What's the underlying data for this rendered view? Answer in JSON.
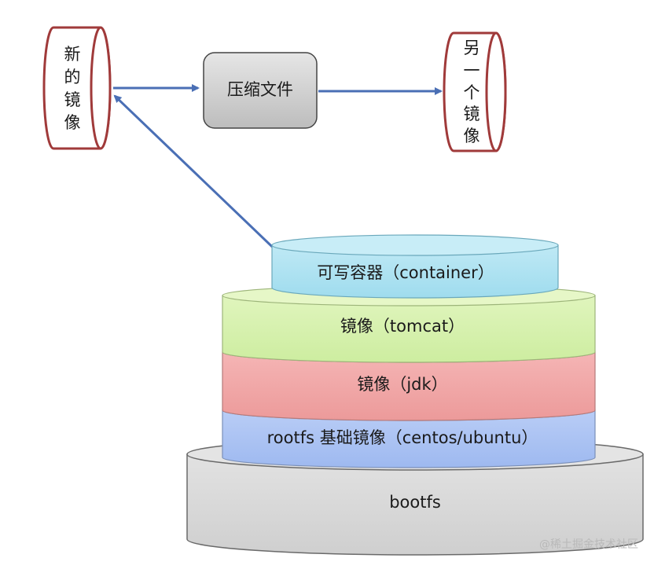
{
  "new_image": {
    "label": "新的镜像",
    "chars": [
      "新",
      "的",
      "镜",
      "像"
    ]
  },
  "archive": {
    "label": "压缩文件"
  },
  "other_image": {
    "label": "另一个镜像",
    "chars": [
      "另",
      "一",
      "个",
      "镜",
      "像"
    ]
  },
  "stack": {
    "container": "可写容器（container）",
    "tomcat": "镜像（tomcat）",
    "jdk": "镜像（jdk）",
    "rootfs": "rootfs 基础镜像（centos/ubuntu）",
    "bootfs": "bootfs"
  },
  "watermark": "@稀土掘金技术社区",
  "colors": {
    "cylinder_border": "#a03a3a",
    "arrow": "#4a6fb5",
    "container_fill": "#a9e0ef",
    "tomcat_fill": "#d3f0a3",
    "jdk_fill": "#f1a6a6",
    "rootfs_fill": "#a9c2f3",
    "bootfs_fill": "#dadada",
    "archive_fill": "#cfcfcf"
  }
}
